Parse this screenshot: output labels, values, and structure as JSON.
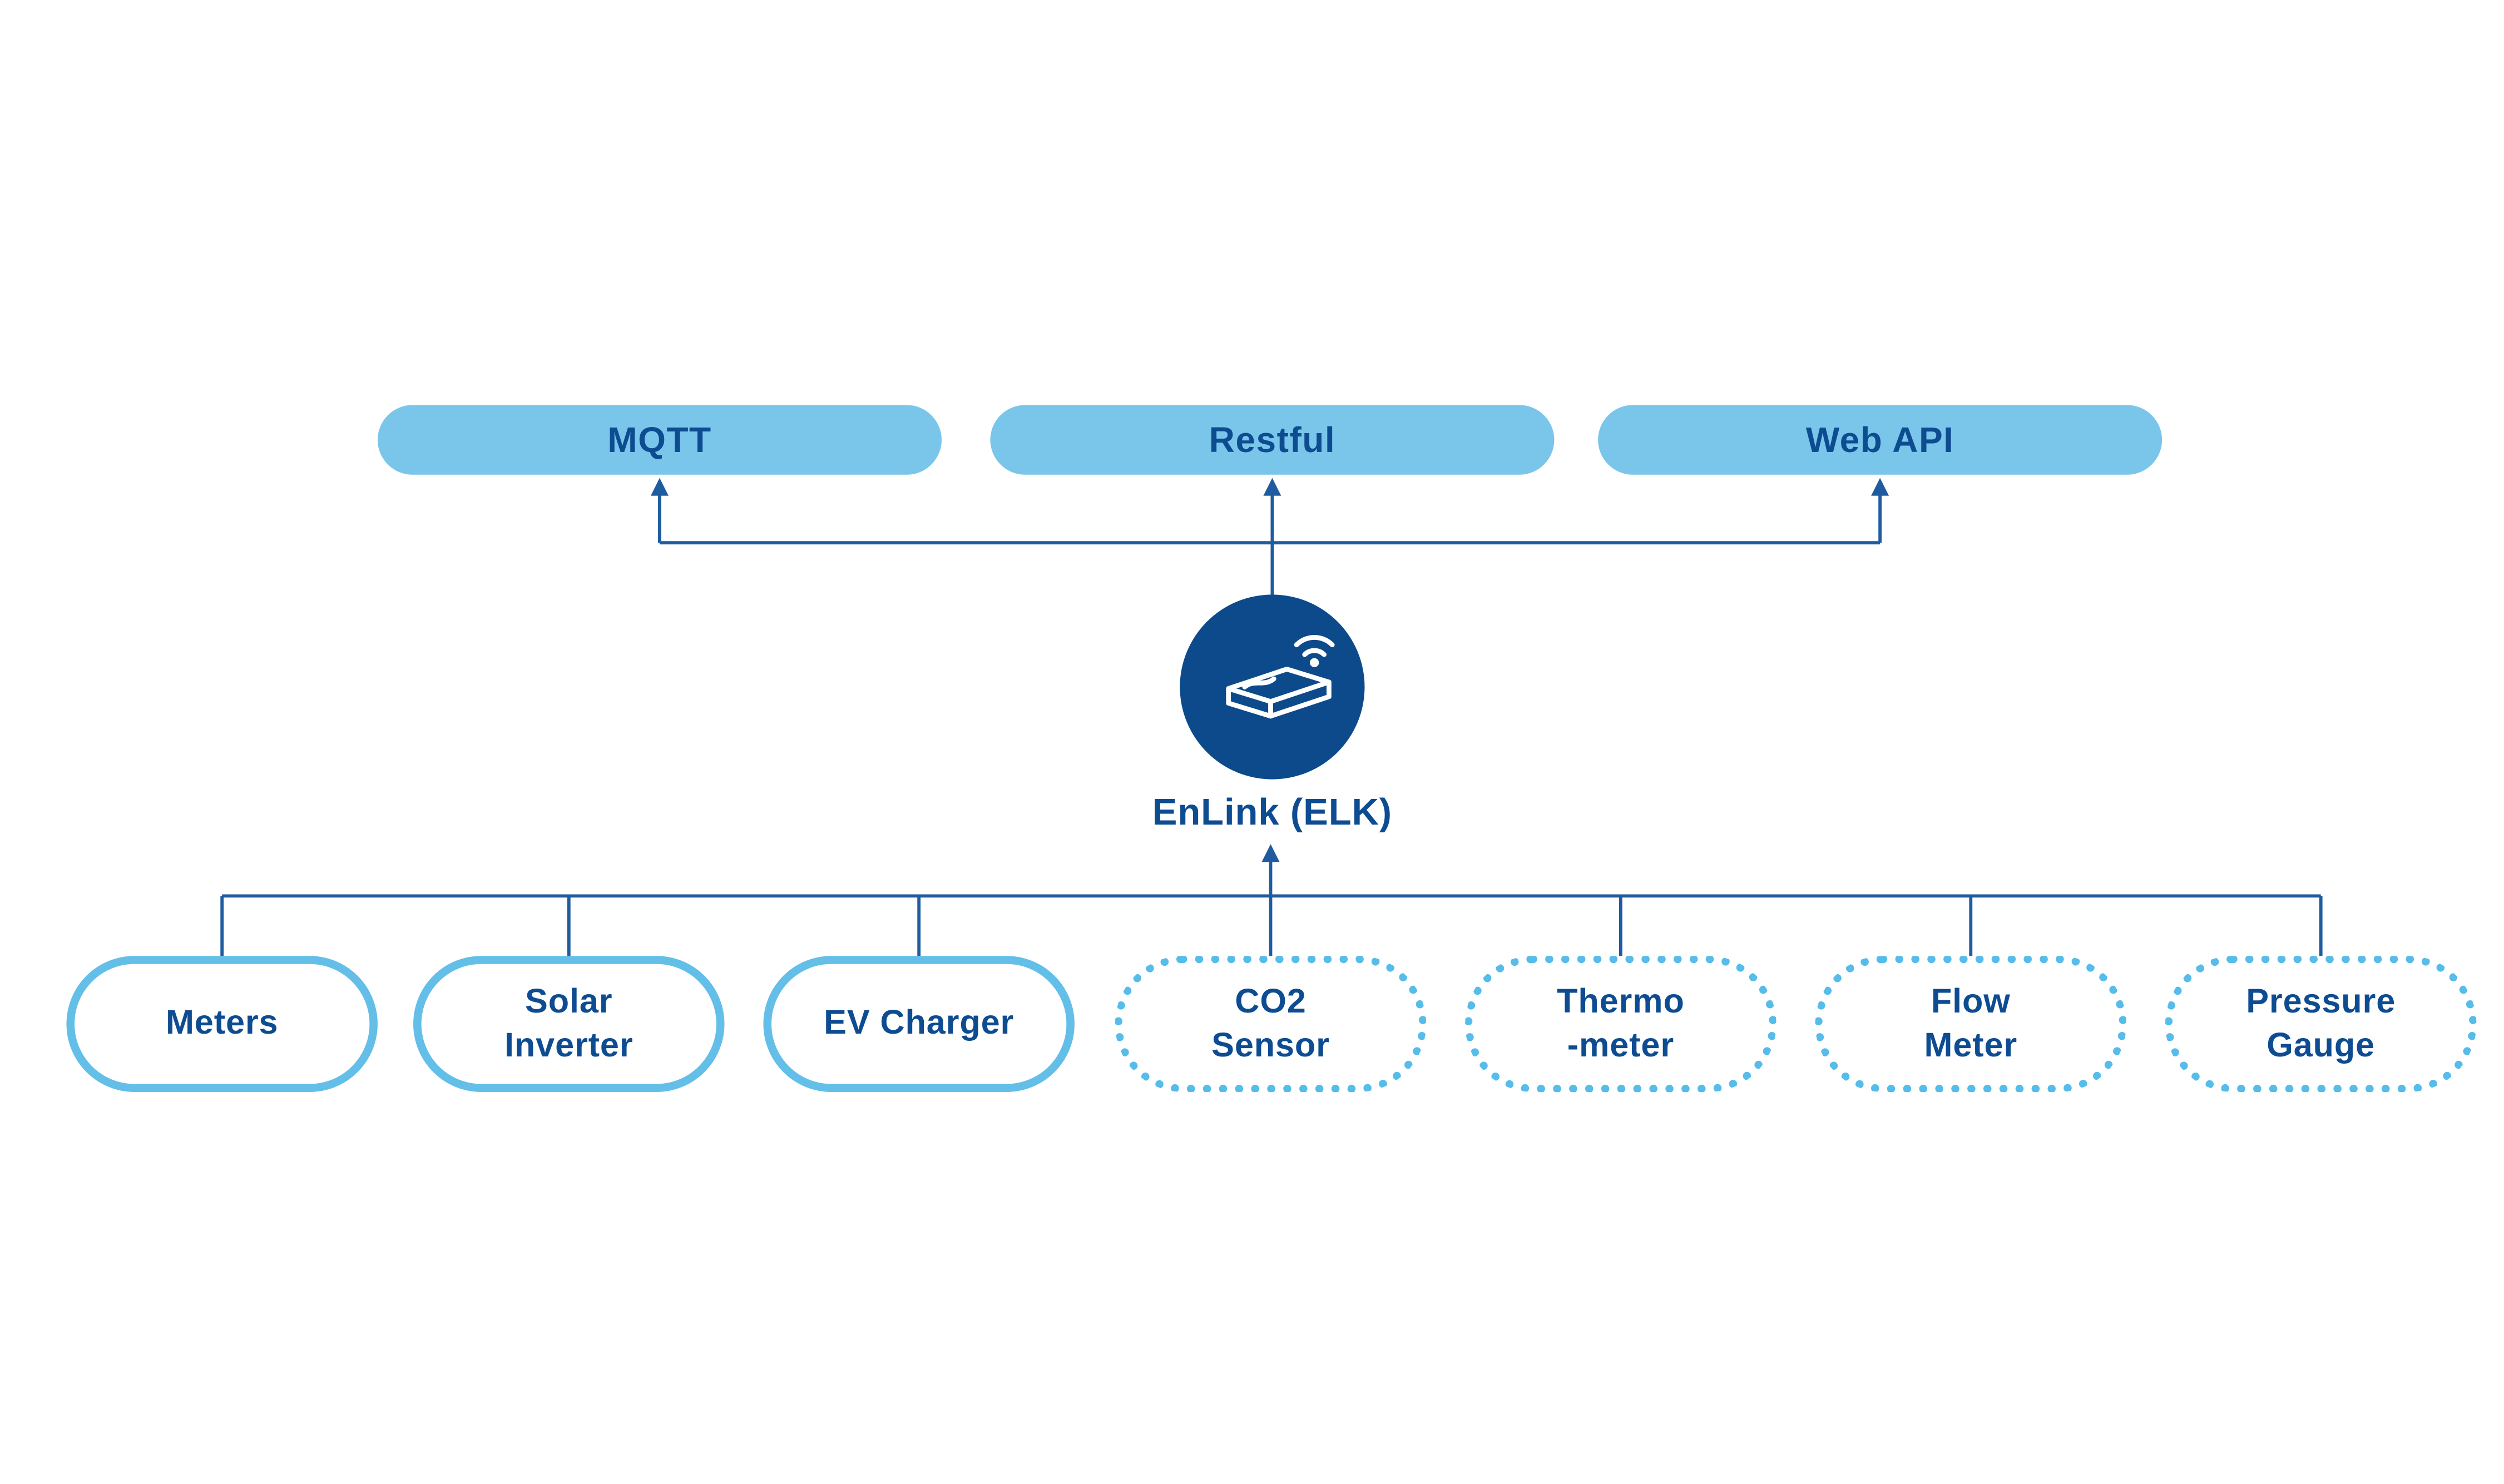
{
  "diagram_title": "EnLink gateway connectivity diagram",
  "colors": {
    "pill_fill": "#7AC6EA",
    "text_dark_blue": "#0E4C92",
    "gateway_circle": "#0D4A8C",
    "connector_line": "#1F5C9F",
    "device_border": "#63BFE8"
  },
  "protocols": [
    {
      "label": "MQTT"
    },
    {
      "label": "Restful"
    },
    {
      "label": "Web API"
    }
  ],
  "gateway": {
    "label": "EnLink (ELK)",
    "icon": "gateway-wifi-icon"
  },
  "devices": [
    {
      "label": "Meters",
      "connection": "wired"
    },
    {
      "label": "Solar\nInverter",
      "connection": "wired"
    },
    {
      "label": "EV Charger",
      "connection": "wired"
    },
    {
      "label": "CO2\nSensor",
      "connection": "wireless"
    },
    {
      "label": "Thermo\n-meter",
      "connection": "wireless"
    },
    {
      "label": "Flow\nMeter",
      "connection": "wireless"
    },
    {
      "label": "Pressure\nGauge",
      "connection": "wireless"
    }
  ]
}
